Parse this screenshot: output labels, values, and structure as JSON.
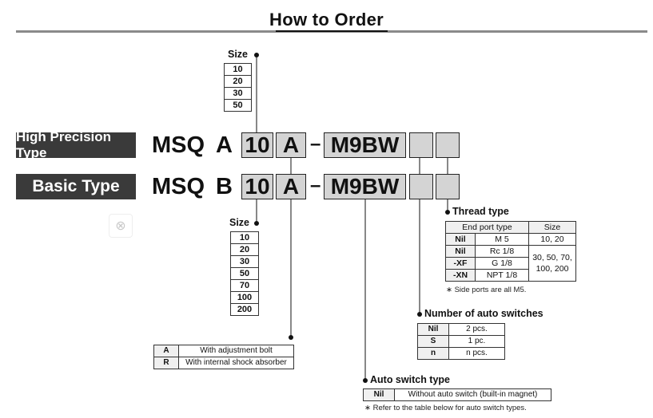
{
  "header": {
    "title": "How to Order"
  },
  "types": {
    "high_precision": {
      "label": "High Precision Type",
      "prefix": "MSQ",
      "letter": "A",
      "size": "10",
      "option": "A",
      "switch": "M9BW"
    },
    "basic": {
      "label": "Basic Type",
      "prefix": "MSQ",
      "letter": "B",
      "size": "10",
      "option": "A",
      "switch": "M9BW"
    }
  },
  "size_hp": {
    "label": "Size",
    "values": [
      "10",
      "20",
      "30",
      "50"
    ]
  },
  "size_basic": {
    "label": "Size",
    "values": [
      "10",
      "20",
      "30",
      "50",
      "70",
      "100",
      "200"
    ]
  },
  "adjustment": {
    "rows": [
      {
        "key": "A",
        "desc": "With adjustment bolt"
      },
      {
        "key": "R",
        "desc": "With internal shock absorber"
      }
    ]
  },
  "auto_switch": {
    "label": "Auto switch type",
    "rows": [
      {
        "key": "Nil",
        "desc": "Without auto switch (built-in magnet)"
      }
    ],
    "note": "∗ Refer to the table below for auto switch types."
  },
  "num_switches": {
    "label": "Number of auto switches",
    "rows": [
      {
        "key": "Nil",
        "desc": "2 pcs."
      },
      {
        "key": "S",
        "desc": "1 pc."
      },
      {
        "key": "n",
        "desc": "n pcs."
      }
    ]
  },
  "thread": {
    "label": "Thread type",
    "headers": [
      "End port type",
      "Size"
    ],
    "rows": [
      {
        "key": "Nil",
        "type": "M 5"
      },
      {
        "key": "Nil",
        "type": "Rc 1/8"
      },
      {
        "key": "-XF",
        "type": "G 1/8"
      },
      {
        "key": "-XN",
        "type": "NPT 1/8"
      }
    ],
    "sizes": [
      "10, 20",
      "30, 50, 70, 100, 200"
    ],
    "note": "∗ Side ports are all M5."
  }
}
